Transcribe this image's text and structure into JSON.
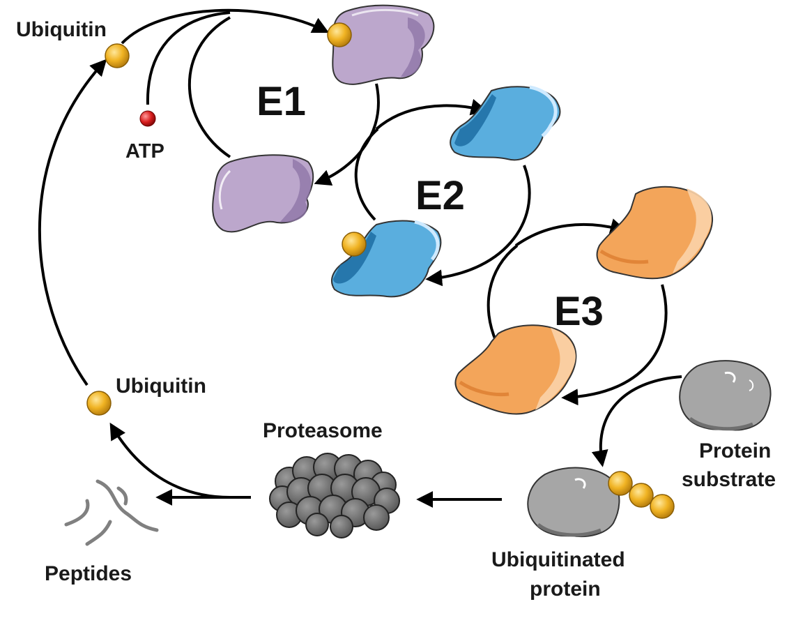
{
  "labels": {
    "ubiquitin_top": "Ubiquitin",
    "atp": "ATP",
    "e1": "E1",
    "e2": "E2",
    "e3": "E3",
    "ubiquitin_recycled": "Ubiquitin",
    "proteasome": "Proteasome",
    "protein_substrate_line1": "Protein",
    "protein_substrate_line2": "substrate",
    "ubiquitinated_line1": "Ubiquitinated",
    "ubiquitinated_line2": "protein",
    "peptides": "Peptides"
  },
  "colors": {
    "ubiquitin": "#f0b323",
    "atp": "#d81e1e",
    "e1": "#bca7cc",
    "e2": "#5aaede",
    "e3": "#f3a55a",
    "protein": "#a6a6a6",
    "proteasome": "#6b6b6b",
    "arrow": "#000000"
  }
}
